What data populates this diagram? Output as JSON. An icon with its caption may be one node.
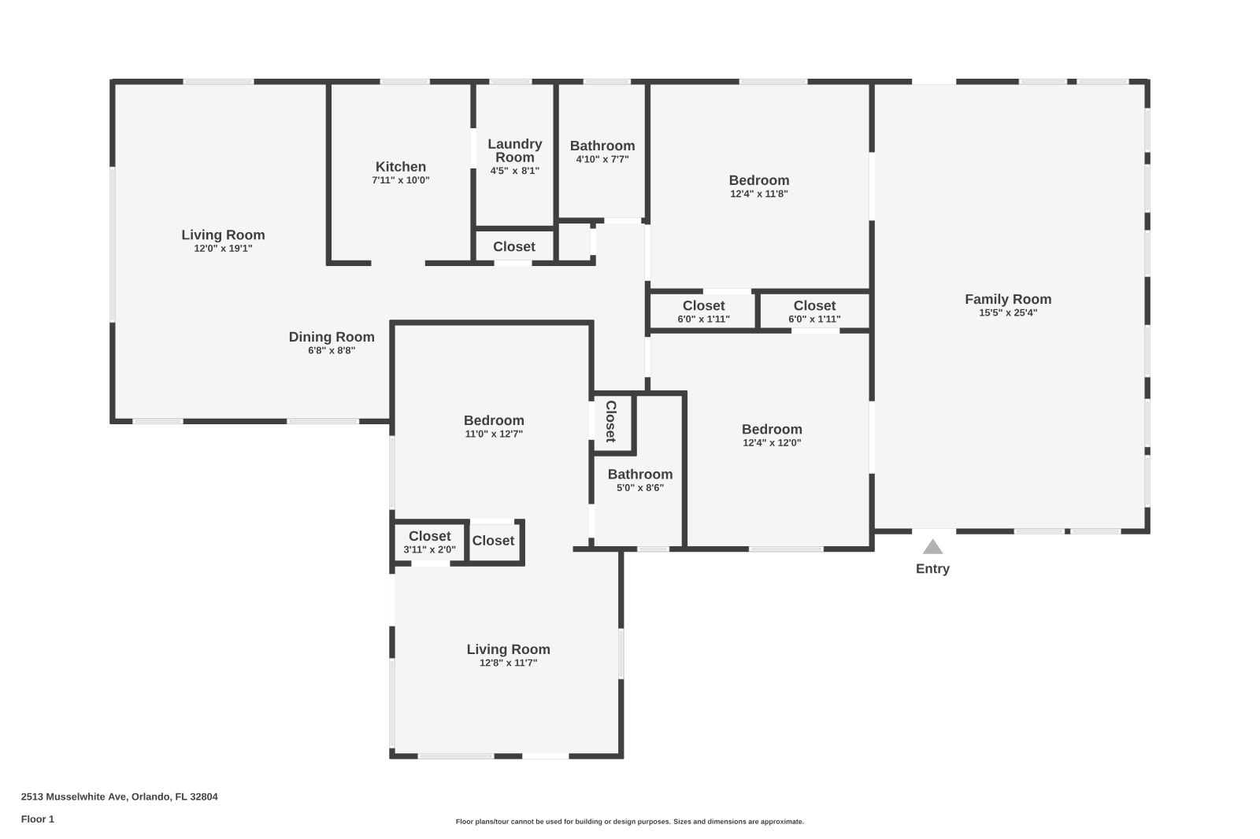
{
  "diagram": {
    "nodes": [
      {
        "text": [
          "Living Room",
          "12'0\" x 19'1\""
        ]
      },
      {
        "text": [
          "Kitchen",
          "7'11\" x 10'0\""
        ]
      },
      {
        "text": [
          "Laundry Room",
          "4'5\" x 8'1\""
        ]
      },
      {
        "text": [
          "Bathroom",
          "4'10\" x 7'7\""
        ]
      },
      {
        "text": [
          "Bedroom",
          "12'4\" x 11'8\""
        ]
      },
      {
        "text": [
          "Family Room",
          "15'5\" x 25'4\""
        ]
      },
      {
        "text": [
          "Closet"
        ]
      },
      {
        "text": [
          "Dining Room",
          "6'8\" x 8'8\""
        ]
      },
      {
        "text": [
          "Closet",
          "6'0\" x 1'11\""
        ]
      },
      {
        "text": [
          "Closet",
          "6'0\" x 1'11\""
        ]
      },
      {
        "text": [
          "Bedroom",
          "11'0\" x 12'7\""
        ]
      },
      {
        "text": [
          "Closet"
        ]
      },
      {
        "text": [
          "Bathroom",
          "5'0\" x 8'6\""
        ]
      },
      {
        "text": [
          "Bedroom",
          "12'4\" x 12'0\""
        ]
      },
      {
        "text": [
          "Closet",
          "3'11\" x 2'0\""
        ]
      },
      {
        "text": [
          "Closet"
        ]
      },
      {
        "text": [
          "Living Room",
          "12'8\" x 11'7\""
        ]
      }
    ],
    "labels": [
      "Entry",
      "2513 Musselwhite Ave, Orlando, FL 32804",
      "Floor 1",
      "Floor plans/tour cannot be used for building or design purposes. Sizes and dimensions are approximate."
    ]
  }
}
